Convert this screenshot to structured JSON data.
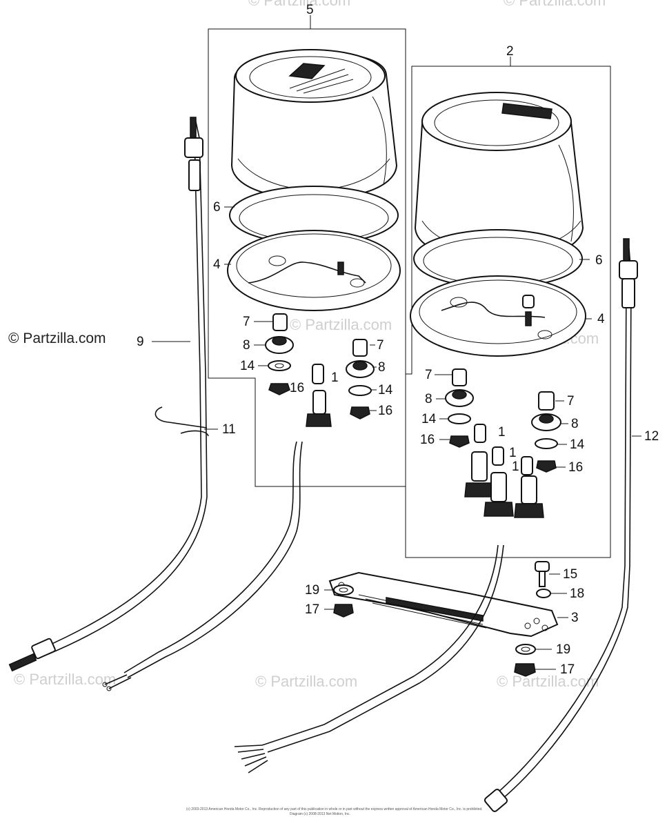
{
  "watermark": {
    "main": "© Partzilla.com",
    "faint": "© Partzilla.com"
  },
  "callouts": [
    {
      "id": "c5",
      "label": "5"
    },
    {
      "id": "c2",
      "label": "2"
    },
    {
      "id": "c6a",
      "label": "6"
    },
    {
      "id": "c4a",
      "label": "4"
    },
    {
      "id": "c7a",
      "label": "7"
    },
    {
      "id": "c8a",
      "label": "8"
    },
    {
      "id": "c14a",
      "label": "14"
    },
    {
      "id": "c16a",
      "label": "16"
    },
    {
      "id": "c1a",
      "label": "1"
    },
    {
      "id": "c7b",
      "label": "7"
    },
    {
      "id": "c8b",
      "label": "8"
    },
    {
      "id": "c14b",
      "label": "14"
    },
    {
      "id": "c16b",
      "label": "16"
    },
    {
      "id": "c9",
      "label": "9"
    },
    {
      "id": "c11",
      "label": "11"
    },
    {
      "id": "c6b",
      "label": "6"
    },
    {
      "id": "c4b",
      "label": "4"
    },
    {
      "id": "c7c",
      "label": "7"
    },
    {
      "id": "c8c",
      "label": "8"
    },
    {
      "id": "c14c",
      "label": "14"
    },
    {
      "id": "c16c",
      "label": "16"
    },
    {
      "id": "c1b",
      "label": "1"
    },
    {
      "id": "c1c",
      "label": "1"
    },
    {
      "id": "c1d",
      "label": "1"
    },
    {
      "id": "c7d",
      "label": "7"
    },
    {
      "id": "c8d",
      "label": "8"
    },
    {
      "id": "c14d",
      "label": "14"
    },
    {
      "id": "c16d",
      "label": "16"
    },
    {
      "id": "c12",
      "label": "12"
    },
    {
      "id": "c15",
      "label": "15"
    },
    {
      "id": "c18",
      "label": "18"
    },
    {
      "id": "c3",
      "label": "3"
    },
    {
      "id": "c19a",
      "label": "19"
    },
    {
      "id": "c17a",
      "label": "17"
    },
    {
      "id": "c19b",
      "label": "19"
    },
    {
      "id": "c17b",
      "label": "17"
    }
  ],
  "footer": {
    "line1": "(c) 2003-2013 American Honda Motor Co., Inc. Reproduction of any part of this publication in whole or in part without the express written approval of American Honda Motor Co., Inc. is prohibited.",
    "line2": "Diagram (c) 2008-2013 Net Motion, Inc."
  }
}
